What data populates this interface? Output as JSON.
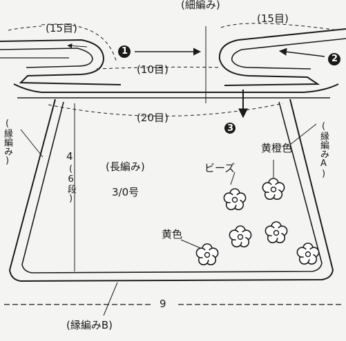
{
  "labels": {
    "top_center": "(細編み)",
    "top_left_15": "(15目)",
    "top_right_15": "(15目)",
    "mid_10": "(10目)",
    "mid_20": "(20目)",
    "left_edge": "(縁編み)",
    "height": "4",
    "rows": "(6段)",
    "body_stitch": "(長編み)",
    "hook": "3/0号",
    "right_edge": "(縁編みA)",
    "beads": "ビーズ",
    "orange": "黄橙色",
    "yellow": "黄色",
    "width": "9",
    "bottom_edge": "(縁編みB)"
  },
  "steps": [
    "1",
    "2",
    "3"
  ],
  "icons": {
    "flower": "flower-icon",
    "arrow": "arrow-icon"
  },
  "colors": {
    "line": "#1a1a1a",
    "paper": "#f4f4f2"
  }
}
